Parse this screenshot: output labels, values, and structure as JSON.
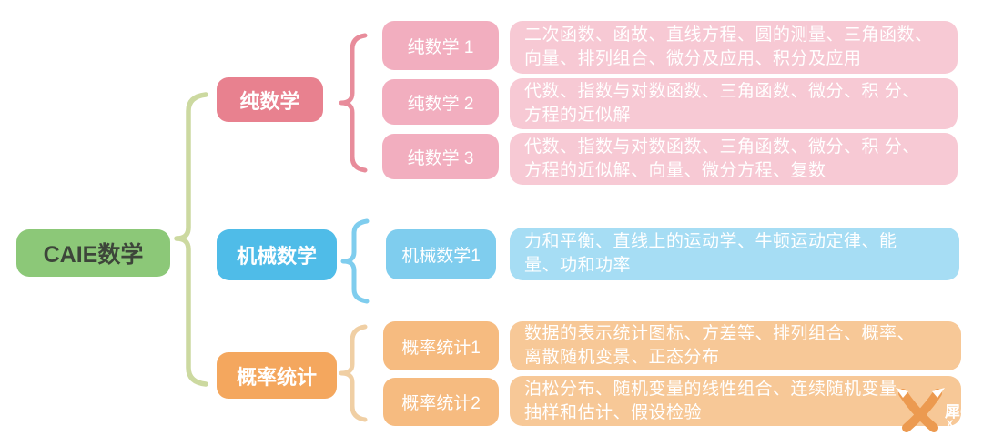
{
  "root": {
    "label": "CAIE数学"
  },
  "branches": [
    {
      "id": "pure",
      "label": "纯数学",
      "children": [
        {
          "label": "纯数学 1",
          "desc": "二次函数、函故、直线方程、圆的测量、三角函数、\n向量、排列组合、微分及应用、积分及应用"
        },
        {
          "label": "纯数学 2",
          "desc": "代数、指数与对数函数、三角函数、微分、积 分、\n方程的近似解"
        },
        {
          "label": "纯数学 3",
          "desc": "代数、指数与对数函数、三角函数、微分、积 分、\n方程的近似解、向量、微分方程、复数"
        }
      ]
    },
    {
      "id": "mech",
      "label": "机械数学",
      "children": [
        {
          "label": "机械数学1",
          "desc": "力和平衡、直线上的运动学、牛顿运动定律、能\n量、功和功率"
        }
      ]
    },
    {
      "id": "stats",
      "label": "概率统计",
      "children": [
        {
          "label": "概率统计1",
          "desc": "数据的表示统计图标、方差等、排列组合、概率、\n离散随机变景、正态分布"
        },
        {
          "label": "概率统计2",
          "desc": "泊松分布、随机变量的线性组合、连续随机变量、\n抽样和估计、假设检验"
        }
      ]
    }
  ],
  "watermark": {
    "brand": "犀牛教",
    "sub": "X - N"
  },
  "colors": {
    "root_green": "#8CC878",
    "green_brace": "#CCD9A0",
    "pure_pink": "#E8818F",
    "pure_label_pink": "#F2AEBF",
    "pure_desc_pink": "#F7C9D4",
    "mech_blue": "#4FBCE8",
    "mech_label_blue": "#7FCDEE",
    "mech_desc_blue": "#A6DDF4",
    "stats_orange": "#F4A75E",
    "stats_label_orange": "#F6BB80",
    "stats_desc_orange": "#F7C897",
    "watermark_orange": "#EC9A50"
  }
}
